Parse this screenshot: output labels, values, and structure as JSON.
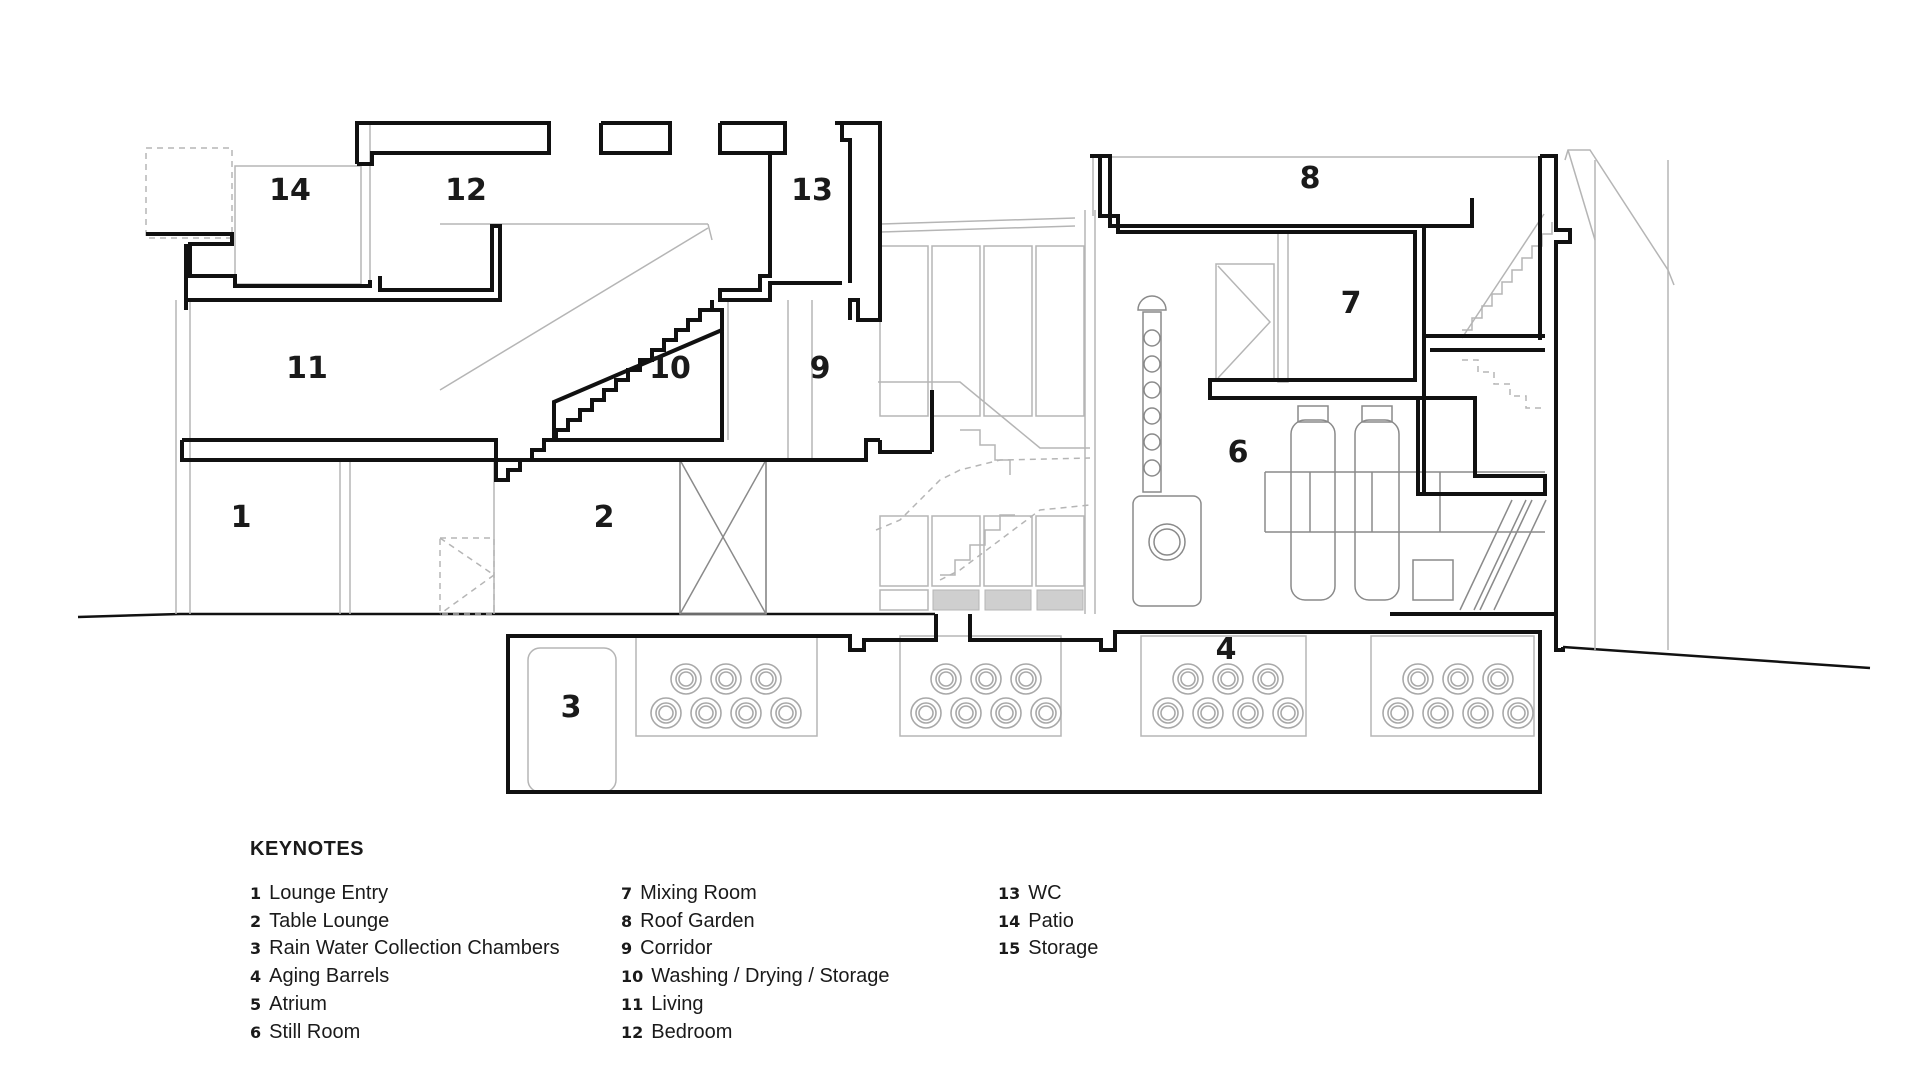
{
  "rooms": [
    {
      "num": "1"
    },
    {
      "num": "2"
    },
    {
      "num": "3"
    },
    {
      "num": "4"
    },
    {
      "num": "6"
    },
    {
      "num": "7"
    },
    {
      "num": "8"
    },
    {
      "num": "9"
    },
    {
      "num": "10"
    },
    {
      "num": "11"
    },
    {
      "num": "12"
    },
    {
      "num": "13"
    },
    {
      "num": "14"
    }
  ],
  "keynotes": {
    "title": "KEYNOTES",
    "items": [
      {
        "num": "1",
        "label": "Lounge Entry"
      },
      {
        "num": "2",
        "label": "Table Lounge"
      },
      {
        "num": "3",
        "label": "Rain Water Collection Chambers"
      },
      {
        "num": "4",
        "label": "Aging Barrels"
      },
      {
        "num": "5",
        "label": "Atrium"
      },
      {
        "num": "6",
        "label": "Still Room"
      },
      {
        "num": "7",
        "label": "Mixing Room"
      },
      {
        "num": "8",
        "label": "Roof Garden"
      },
      {
        "num": "9",
        "label": "Corridor"
      },
      {
        "num": "10",
        "label": "Washing / Drying / Storage"
      },
      {
        "num": "11",
        "label": "Living"
      },
      {
        "num": "12",
        "label": "Bedroom"
      },
      {
        "num": "13",
        "label": "WC"
      },
      {
        "num": "14",
        "label": "Patio"
      },
      {
        "num": "15",
        "label": "Storage"
      }
    ]
  }
}
